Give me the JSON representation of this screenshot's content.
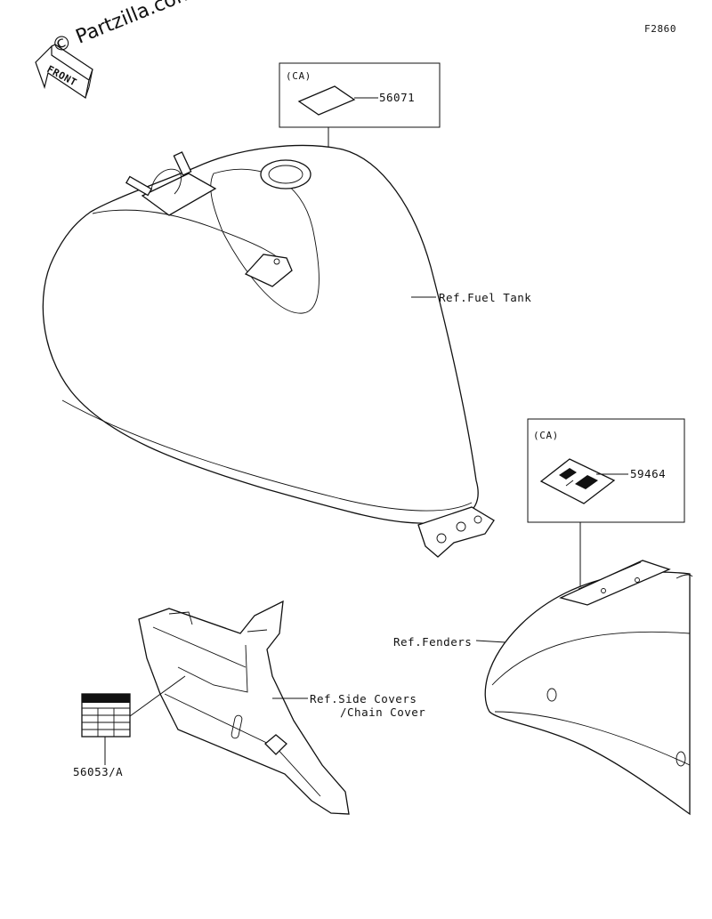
{
  "figure_code": "F2860",
  "watermark": "© Partzilla.com",
  "front_arrow_label": "FRONT",
  "callouts": {
    "ca_box_top": {
      "tag": "(CA)",
      "part_number": "56071"
    },
    "ca_box_right": {
      "tag": "(CA)",
      "part_number": "59464"
    },
    "fuel_tank": "Ref.Fuel Tank",
    "fenders": "Ref.Fenders",
    "side_covers_line1": "Ref.Side Covers",
    "side_covers_line2": "/Chain Cover",
    "label_bottom_left": "56053/A"
  }
}
